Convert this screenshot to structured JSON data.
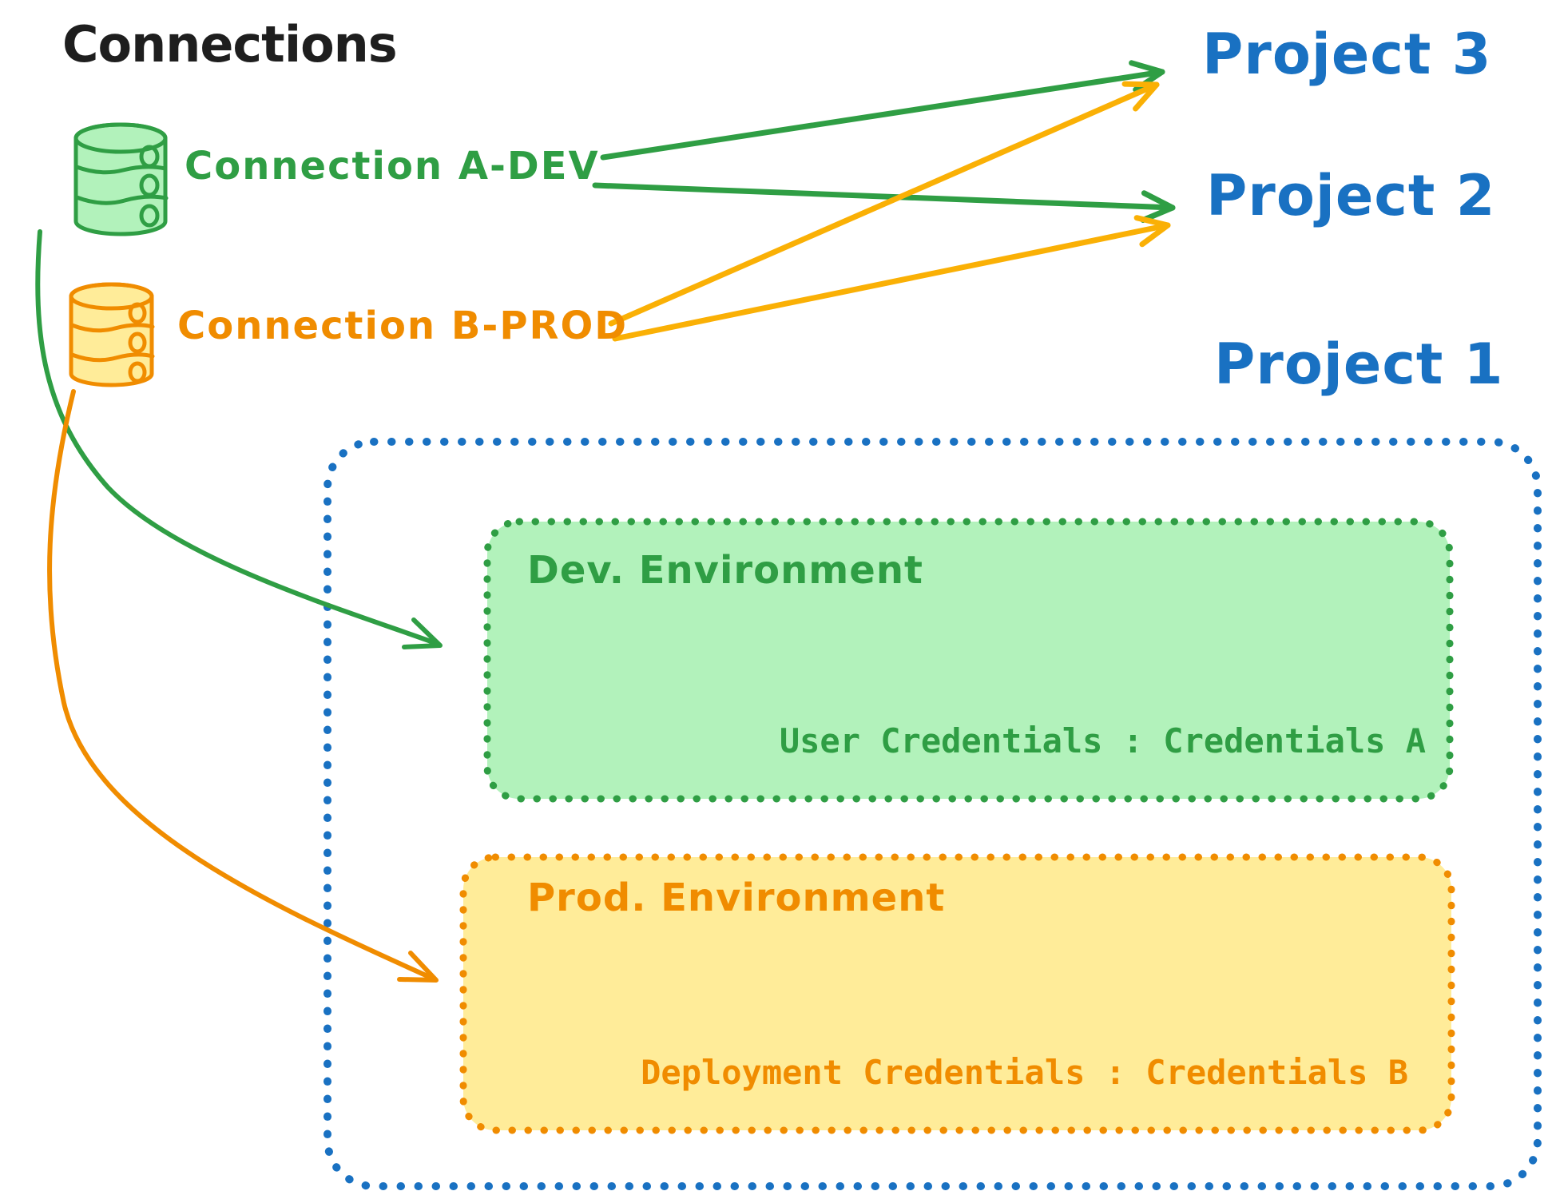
{
  "title": "Connections",
  "connections": {
    "a_dev": {
      "label": "Connection A-DEV",
      "icon": "database-cylinder-green"
    },
    "b_prod": {
      "label": "Connection B-PROD",
      "icon": "database-cylinder-orange"
    }
  },
  "projects": {
    "p3": {
      "label": "Project 3"
    },
    "p2": {
      "label": "Project 2"
    },
    "p1": {
      "label": "Project 1"
    }
  },
  "project1_box": {
    "dev_env": {
      "title": "Dev. Environment",
      "credentials": "User Credentials : Credentials A"
    },
    "prod_env": {
      "title": "Prod. Environment",
      "credentials": "Deployment Credentials : Credentials B"
    }
  },
  "relations": [
    {
      "from": "Connection A-DEV",
      "to": "Project 3"
    },
    {
      "from": "Connection A-DEV",
      "to": "Project 2"
    },
    {
      "from": "Connection B-PROD",
      "to": "Project 3"
    },
    {
      "from": "Connection B-PROD",
      "to": "Project 2"
    },
    {
      "from": "Connection A-DEV",
      "to": "Dev. Environment"
    },
    {
      "from": "Connection B-PROD",
      "to": "Prod. Environment"
    }
  ],
  "colors": {
    "ink": "#1e1e1e",
    "blue": "#1971c2",
    "green": "#2f9e44",
    "greenFill": "#b2f2bb",
    "orange": "#f08c00",
    "orangeFill": "#ffec99",
    "yellowArrow": "#fab005",
    "bg": "#ffffff"
  }
}
